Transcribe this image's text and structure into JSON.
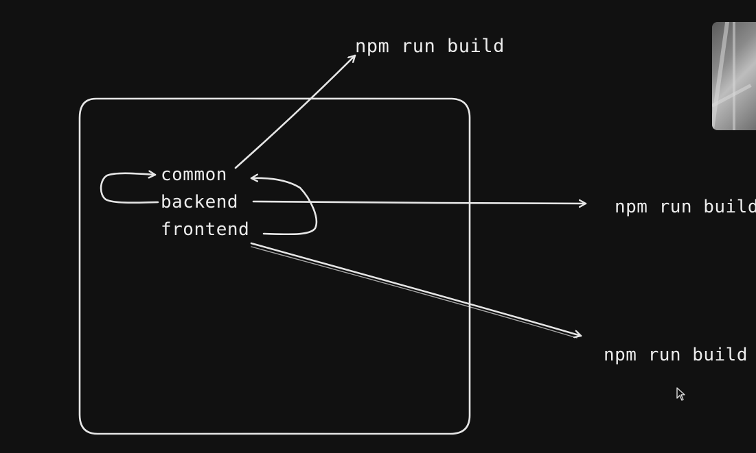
{
  "diagram": {
    "packages": [
      "common",
      "backend",
      "frontend"
    ],
    "build_commands": [
      "npm run build",
      "npm run build",
      "npm run build"
    ]
  },
  "colors": {
    "background": "#111111",
    "stroke": "#e6e6e6",
    "text": "#ececec"
  },
  "icons": [
    "cursor-arrow-icon"
  ]
}
